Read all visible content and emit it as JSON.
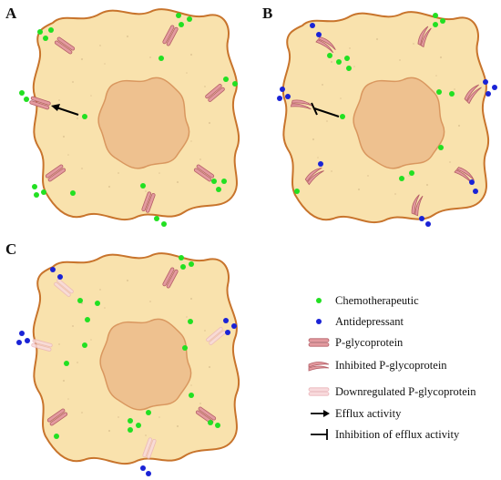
{
  "panels": [
    {
      "label": "A"
    },
    {
      "label": "B"
    },
    {
      "label": "C"
    }
  ],
  "legend": {
    "chemotherapeutic": "Chemotherapeutic",
    "antidepressant": "Antidepressant",
    "pgp": "P-glycoprotein",
    "inhibited_pgp": "Inhibited P-glycoprotein",
    "downregulated_pgp": "Downregulated P-glycoprotein",
    "efflux": "Efflux activity",
    "inhibition": "Inhibition of efflux activity"
  },
  "colors": {
    "cytoplasm": "#f9e2ad",
    "membrane": "#c8742c",
    "nucleus": "#eec18f",
    "nucleus_border": "#d9975f",
    "pgp_fill": "#e39a9f",
    "pgp_stroke": "#b45e66",
    "chemo": "#22e022",
    "antidepressant": "#1a23d6",
    "arrow": "#000000"
  },
  "icons": {
    "chemo": "green-dot-icon",
    "antidepressant": "blue-dot-icon",
    "pgp": "pgp-transporter-icon",
    "arrow": "arrow-icon",
    "inhibition": "t-bar-icon"
  }
}
